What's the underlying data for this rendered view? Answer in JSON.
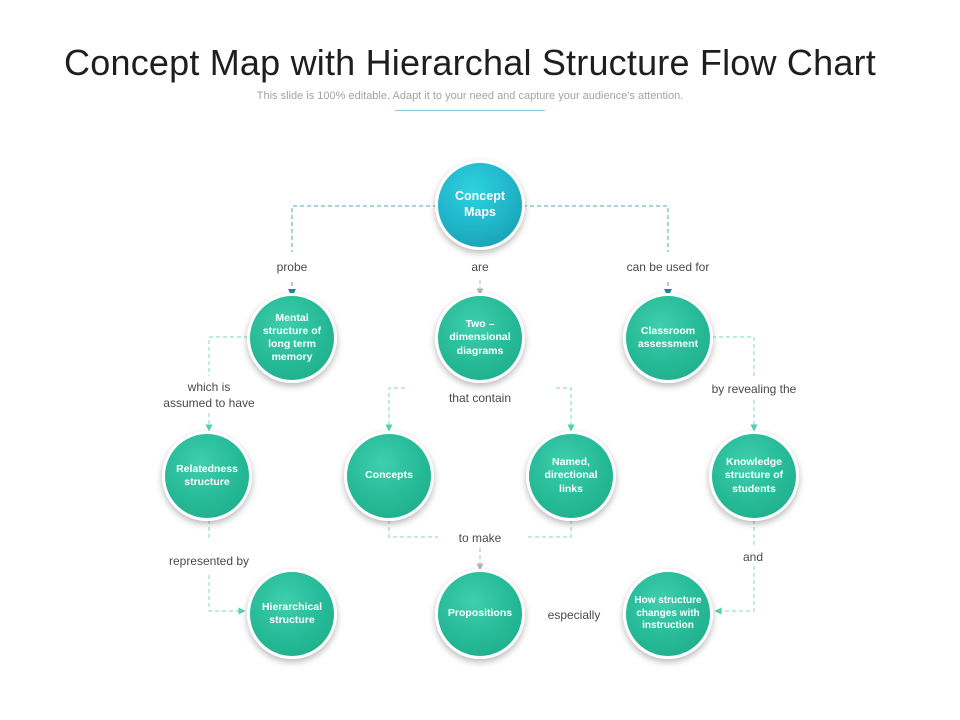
{
  "title": "Concept Map with Hierarchal Structure Flow Chart",
  "subtitle": "This slide is 100% editable. Adapt it to your need and capture your audience's attention.",
  "colors": {
    "node": "#25b996",
    "root_node": "#1fb3c7",
    "connector": "#7fd3d8",
    "text": "#1e1e1e"
  },
  "nodes": {
    "concept_maps": "Concept Maps",
    "mental_structure": "Mental structure of long term memory",
    "two_dimensional": "Two – dimensional diagrams",
    "classroom_assessment": "Classroom assessment",
    "relatedness": "Relatedness structure",
    "concepts": "Concepts",
    "named_links": "Named, directional links",
    "knowledge_structure": "Knowledge structure of students",
    "hierarchical": "Hierarchical structure",
    "propositions": "Propositions",
    "how_structure": "How structure changes with instruction"
  },
  "links": {
    "probe": "probe",
    "are": "are",
    "can_be_used_for": "can be used for",
    "which_is": "which is",
    "assumed_to_have": "assumed to have",
    "that_contain": "that contain",
    "by_revealing_the": "by revealing the",
    "represented_by": "represented by",
    "to_make": "to make",
    "and": "and",
    "especially": "especially"
  }
}
